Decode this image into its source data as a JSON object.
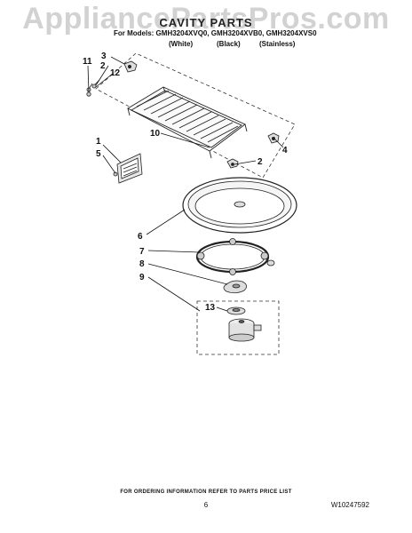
{
  "watermark": "AppliancePartsPros.com",
  "title": "CAVITY PARTS",
  "models_line": "For Models: GMH3204XVQ0, GMH3204XVB0, GMH3204XVS0",
  "variants": [
    "(White)",
    "(Black)",
    "(Stainless)"
  ],
  "callouts": [
    "1",
    "2",
    "3",
    "4",
    "5",
    "6",
    "7",
    "8",
    "9",
    "10",
    "11",
    "12",
    "13"
  ],
  "footer_note": "FOR ORDERING INFORMATION REFER TO PARTS PRICE LIST",
  "page_number": "6",
  "document_number": "W10247592"
}
